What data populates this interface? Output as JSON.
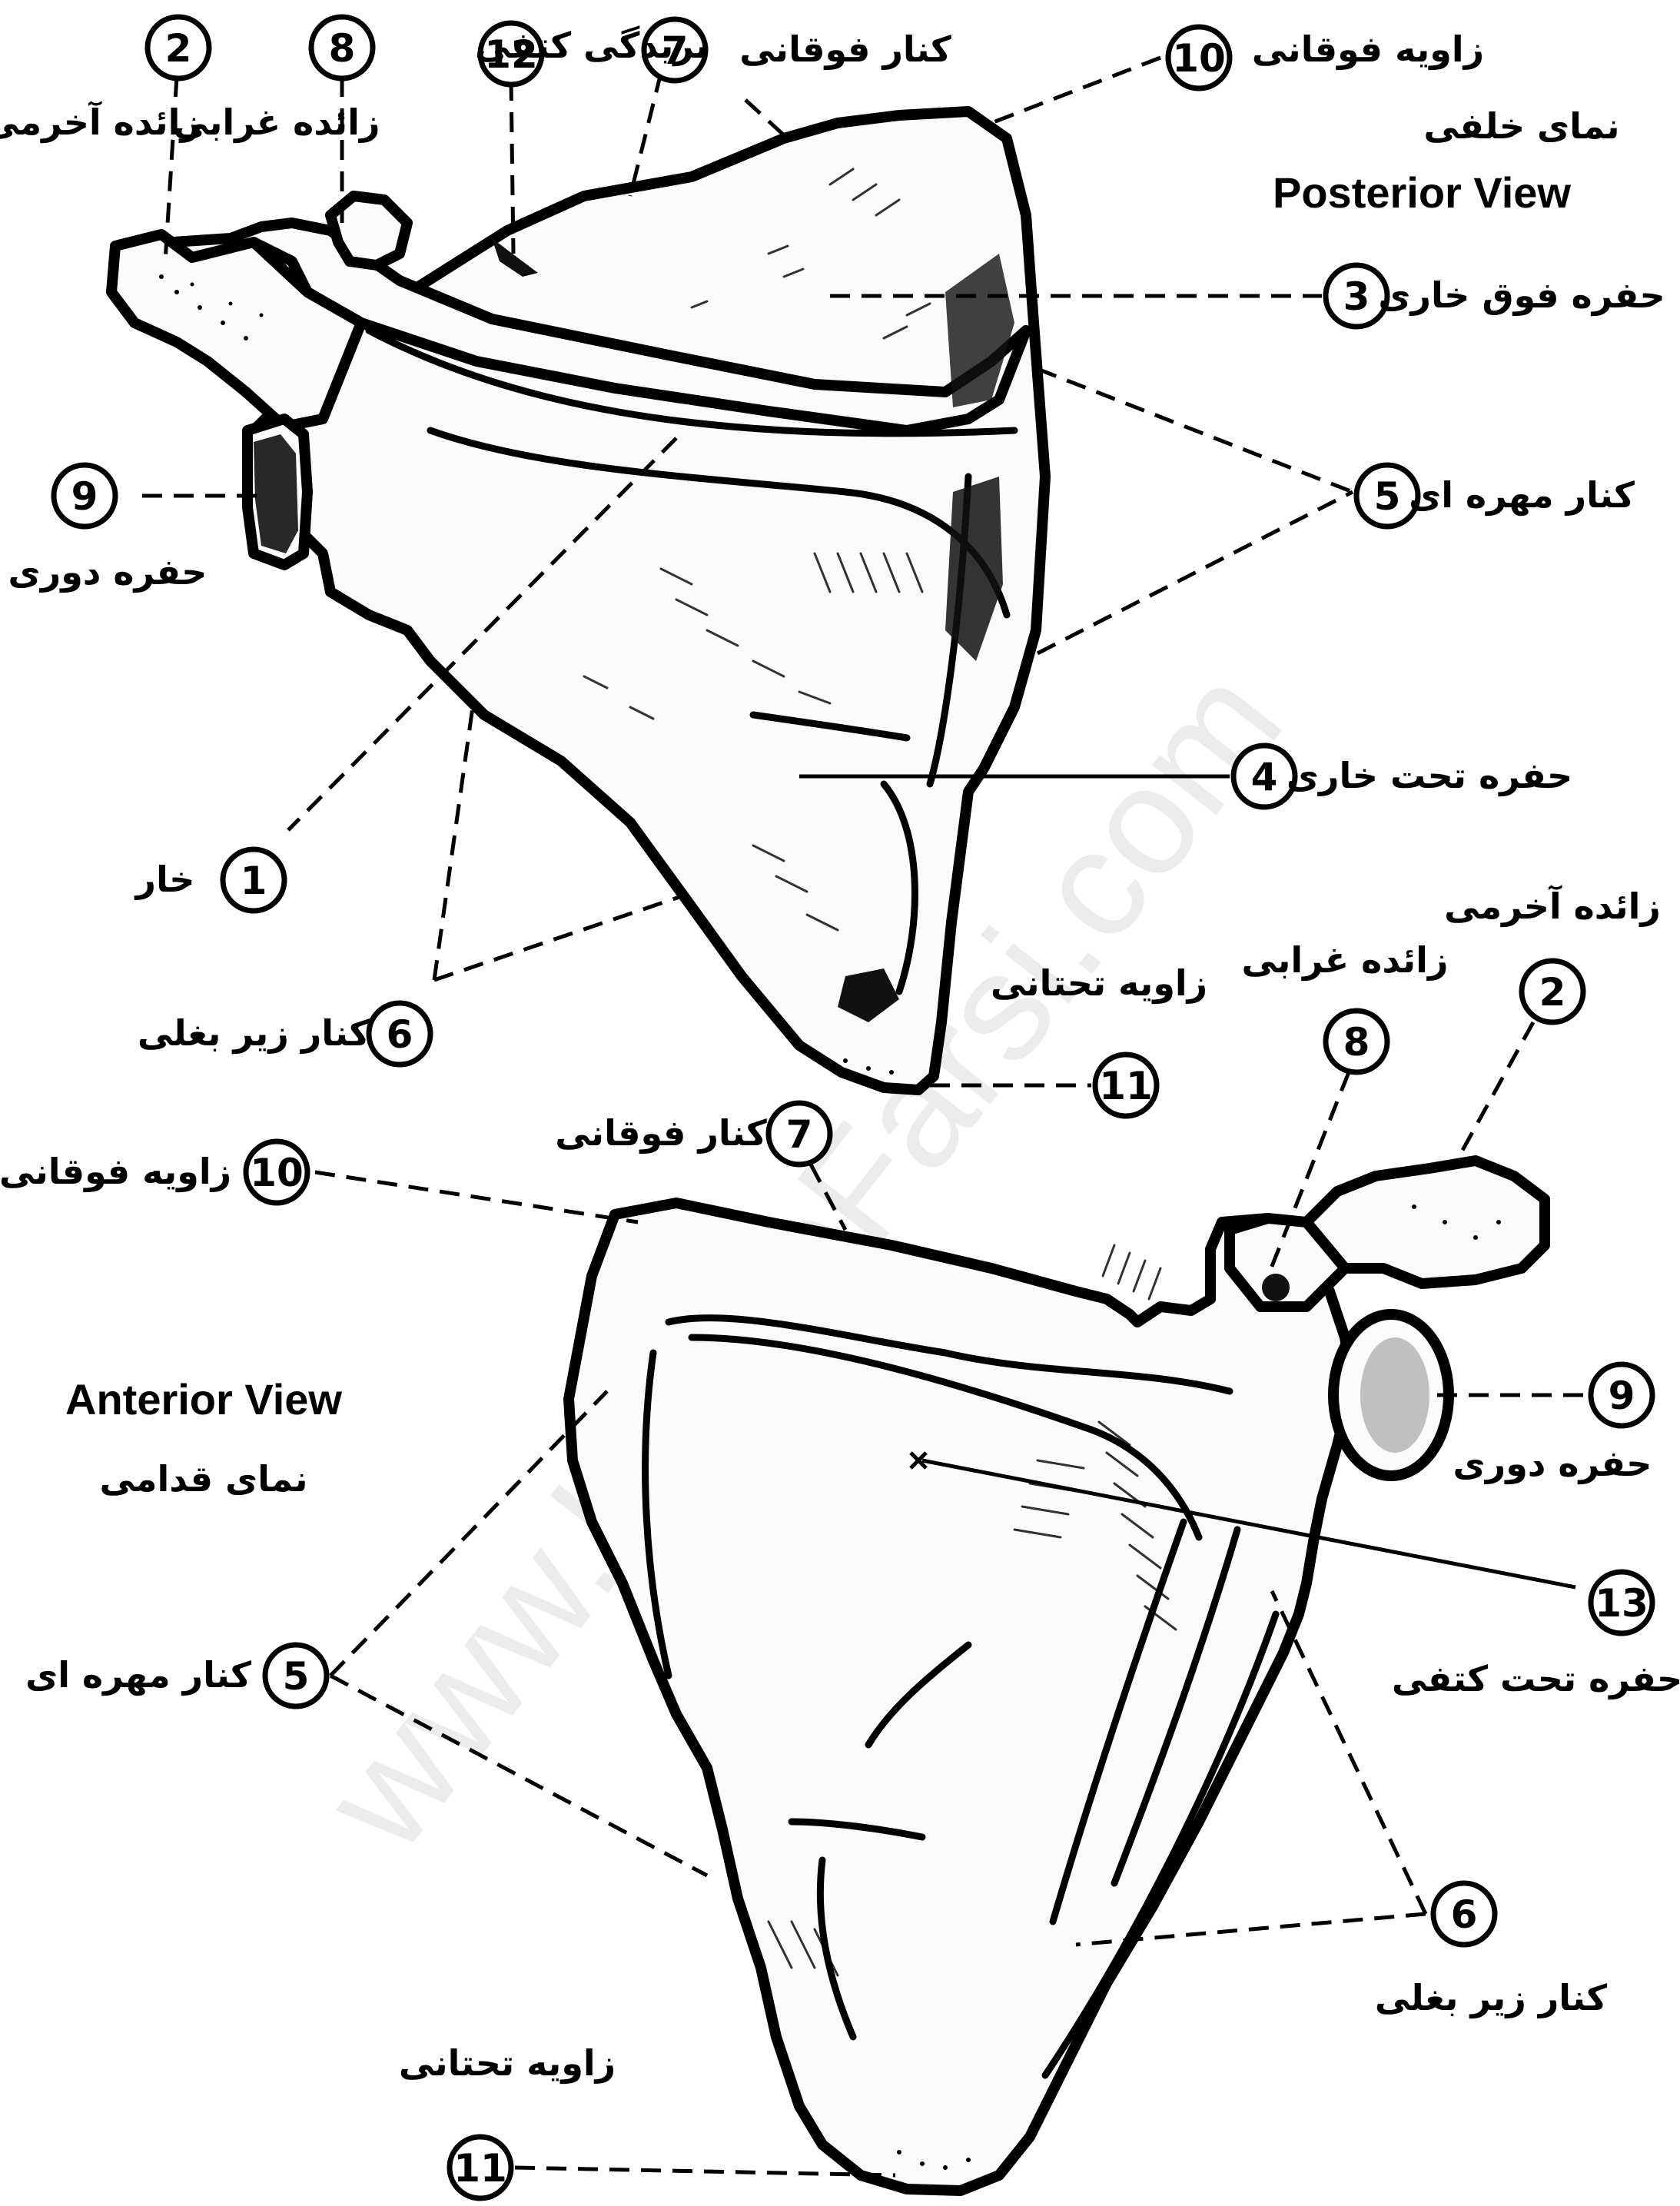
{
  "views": {
    "posterior": {
      "title_fa": "نمای خلفی",
      "title_en": "Posterior View"
    },
    "anterior": {
      "title_en": "Anterior View",
      "title_fa": "نمای قدامی"
    }
  },
  "posterior_labels": [
    {
      "key": "p1",
      "number": "1",
      "text": "خار"
    },
    {
      "key": "p2",
      "number": "2",
      "text": "زائده آخرمی"
    },
    {
      "key": "p3",
      "number": "3",
      "text": "حفره فوق خاری"
    },
    {
      "key": "p4",
      "number": "4",
      "text": "حفره تحت خاری"
    },
    {
      "key": "p5",
      "number": "5",
      "text": "کنار مهره ای"
    },
    {
      "key": "p6",
      "number": "6",
      "text": "کنار زیر بغلی"
    },
    {
      "key": "p7",
      "number": "7",
      "text": "بریدگی کتفی"
    },
    {
      "key": "p7b",
      "number": "",
      "text": "کنار فوقانی"
    },
    {
      "key": "p8",
      "number": "8",
      "text": "زائده غرابی"
    },
    {
      "key": "p9",
      "number": "9",
      "text": "حفره دوری"
    },
    {
      "key": "p10",
      "number": "10",
      "text": "زاویه فوقانی"
    },
    {
      "key": "p11",
      "number": "11",
      "text": "زاویه تحتانی"
    },
    {
      "key": "p12",
      "number": "12",
      "text": ""
    }
  ],
  "anterior_labels": [
    {
      "key": "a2",
      "number": "2",
      "text": "زائده آخرمی"
    },
    {
      "key": "a5",
      "number": "5",
      "text": "کنار مهره ای"
    },
    {
      "key": "a6",
      "number": "6",
      "text": "کنار زیر بغلی"
    },
    {
      "key": "a7",
      "number": "7",
      "text": "کنار فوقانی"
    },
    {
      "key": "a8",
      "number": "8",
      "text": "زائده غرابی"
    },
    {
      "key": "a9",
      "number": "9",
      "text": "حفره دوری"
    },
    {
      "key": "a10",
      "number": "10",
      "text": "زاویه فوقانی"
    },
    {
      "key": "a11",
      "number": "11",
      "text": "زاویه تحتانی"
    },
    {
      "key": "a13",
      "number": "13",
      "text": "حفره تحت کتفی"
    }
  ],
  "watermark": "www.KetabFarsi.com"
}
